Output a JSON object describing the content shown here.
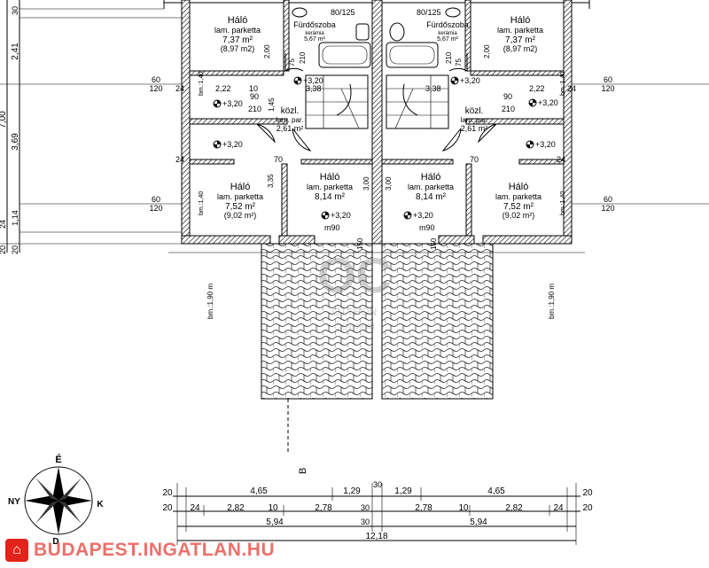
{
  "rooms": {
    "halo_tl": {
      "name": "Háló",
      "floor": "lam. parketta",
      "area": "7,37 m²",
      "gross": "(8,97 m2)"
    },
    "bath_l": {
      "name": "Fürdőszoba",
      "floor": "kerámia",
      "area": "5,67 m²"
    },
    "bath_r": {
      "name": "Fürdőszoba",
      "floor": "kerámia",
      "area": "5,67 m²"
    },
    "halo_tr": {
      "name": "Háló",
      "floor": "lam. parketta",
      "area": "7,37 m²",
      "gross": "(8,97 m2)"
    },
    "kozl_l": {
      "name": "közl.",
      "floor": "lam. par.",
      "area": "2,61 m²"
    },
    "kozl_r": {
      "name": "közl.",
      "floor": "lam. par.",
      "area": "2,61 m²"
    },
    "halo_bl": {
      "name": "Háló",
      "floor": "lam. parketta",
      "area": "7,52 m²",
      "gross": "(9,02 m²)"
    },
    "halo_bml": {
      "name": "Háló",
      "floor": "lam. parketta",
      "area": "8,14 m²"
    },
    "halo_bmr": {
      "name": "Háló",
      "floor": "lam. parketta",
      "area": "8,14 m²"
    },
    "halo_br": {
      "name": "Háló",
      "floor": "lam. parketta",
      "area": "7,52 m²",
      "gross": "(9,02 m²)"
    }
  },
  "labels": {
    "window_top": "80/125",
    "level": "+3,20",
    "door_m90": "m90",
    "bm_140": "bm.:1,40",
    "bm_190": "bm.:1,90 m",
    "section_b": "B",
    "dim_60": "60",
    "dim_120": "120",
    "dim_24": "24",
    "dim_10": "10",
    "dim_90": "90",
    "dim_210": "210",
    "dim_222": "2,22",
    "dim_338": "3,38",
    "dim_200": "2,00",
    "dim_75": "75",
    "dim_335": "3,35",
    "dim_145": "1,45",
    "dim_70": "70",
    "dim_150": "150",
    "dim_300": "3,00"
  },
  "left_dims": [
    "30",
    "2,41",
    "7,00",
    "3,69",
    "1,14",
    "24",
    "20",
    "20"
  ],
  "bottom_dims": {
    "row1": [
      "20",
      "4,65",
      "1,29",
      "30",
      "1,29",
      "4,65",
      "20"
    ],
    "row2": [
      "20",
      "24",
      "2,82",
      "10",
      "2,78",
      "30",
      "2,78",
      "10",
      "2,82",
      "24",
      "20"
    ],
    "row3": [
      "5,94",
      "30",
      "5,94"
    ],
    "row4": [
      "12,18"
    ]
  },
  "compass": {
    "n": "É",
    "w": "NY",
    "e": "K",
    "s": "D"
  },
  "watermark": {
    "logo": "OC",
    "line1": "OTTHON",
    "line2": "CENTRUM"
  },
  "brand": {
    "text": "BUDAPEST.INGATLAN.HU"
  }
}
